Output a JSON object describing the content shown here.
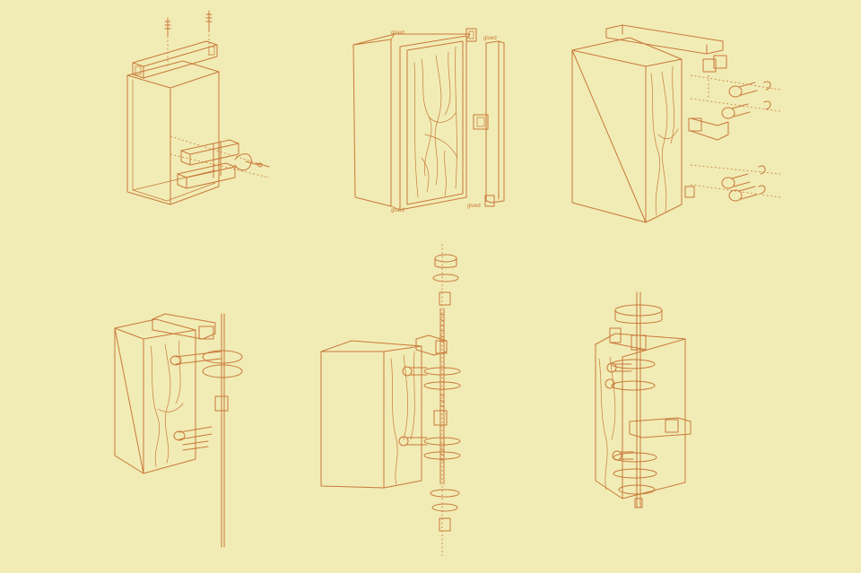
{
  "palette": {
    "background": "#f1ecb5",
    "line": "#c9793a"
  },
  "labels": {
    "glued_top_left": "glued",
    "glued_top_right": "glued",
    "glued_bottom_left": "glued",
    "glued_bottom_right": "glued"
  }
}
